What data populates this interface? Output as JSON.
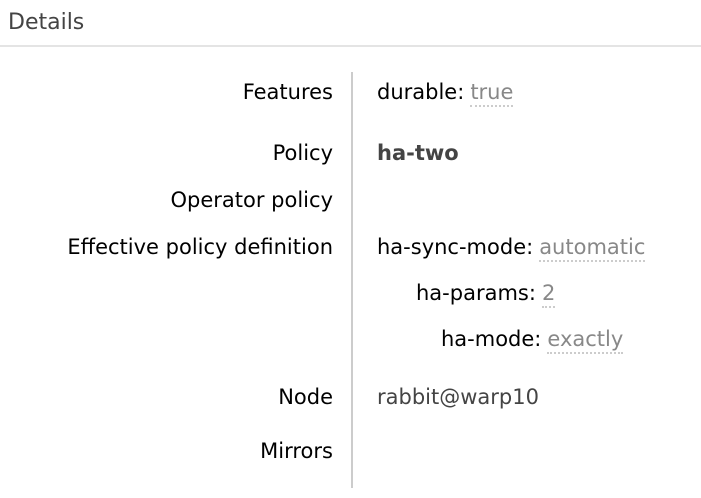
{
  "section": {
    "heading": "Details"
  },
  "details": {
    "features": {
      "label": "Features",
      "items": [
        {
          "key": "durable:",
          "value": "true"
        }
      ]
    },
    "policy": {
      "label": "Policy",
      "value": "ha-two"
    },
    "operator_policy": {
      "label": "Operator policy",
      "value": ""
    },
    "effective_policy_definition": {
      "label": "Effective policy definition",
      "entries": [
        {
          "key": "ha-sync-mode:",
          "value": "automatic"
        },
        {
          "key": "ha-params:",
          "value": "2"
        },
        {
          "key": "ha-mode:",
          "value": "exactly"
        }
      ]
    },
    "node": {
      "label": "Node",
      "value": "rabbit@warp10"
    },
    "mirrors": {
      "label": "Mirrors",
      "value": ""
    }
  },
  "colors": {
    "heading_text": "#444444",
    "label_text": "#000000",
    "link_text": "#444444",
    "abbr_value_text": "#888888",
    "abbr_underline": "#cccccc",
    "column_divider": "#cccccc",
    "heading_rule": "#e4e4e4"
  }
}
